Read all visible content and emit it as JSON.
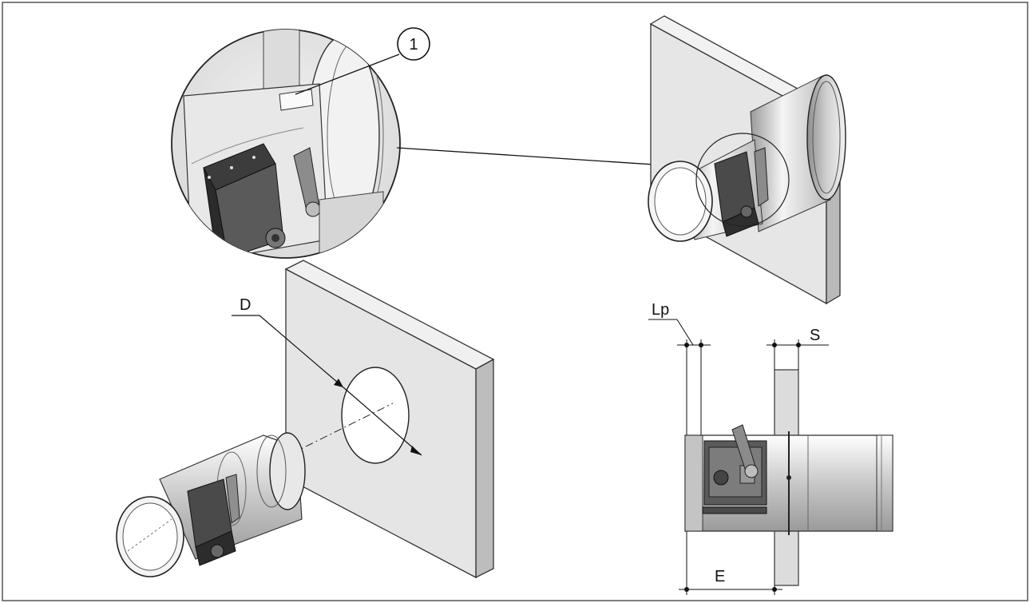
{
  "diagram": {
    "callout_number": "1",
    "labels": {
      "diameter": "D",
      "lp": "Lp",
      "s": "S",
      "e": "E"
    },
    "colors": {
      "frame": "#555555",
      "wall": "#e4e4e4",
      "wall_shade": "#cfcfcf",
      "wall_dark": "#b4b4b4",
      "metal": "#d2d2d2",
      "metal_light": "#f0f0f0",
      "actuator": "#4a4a4a",
      "line": "#1a1a1a"
    }
  }
}
